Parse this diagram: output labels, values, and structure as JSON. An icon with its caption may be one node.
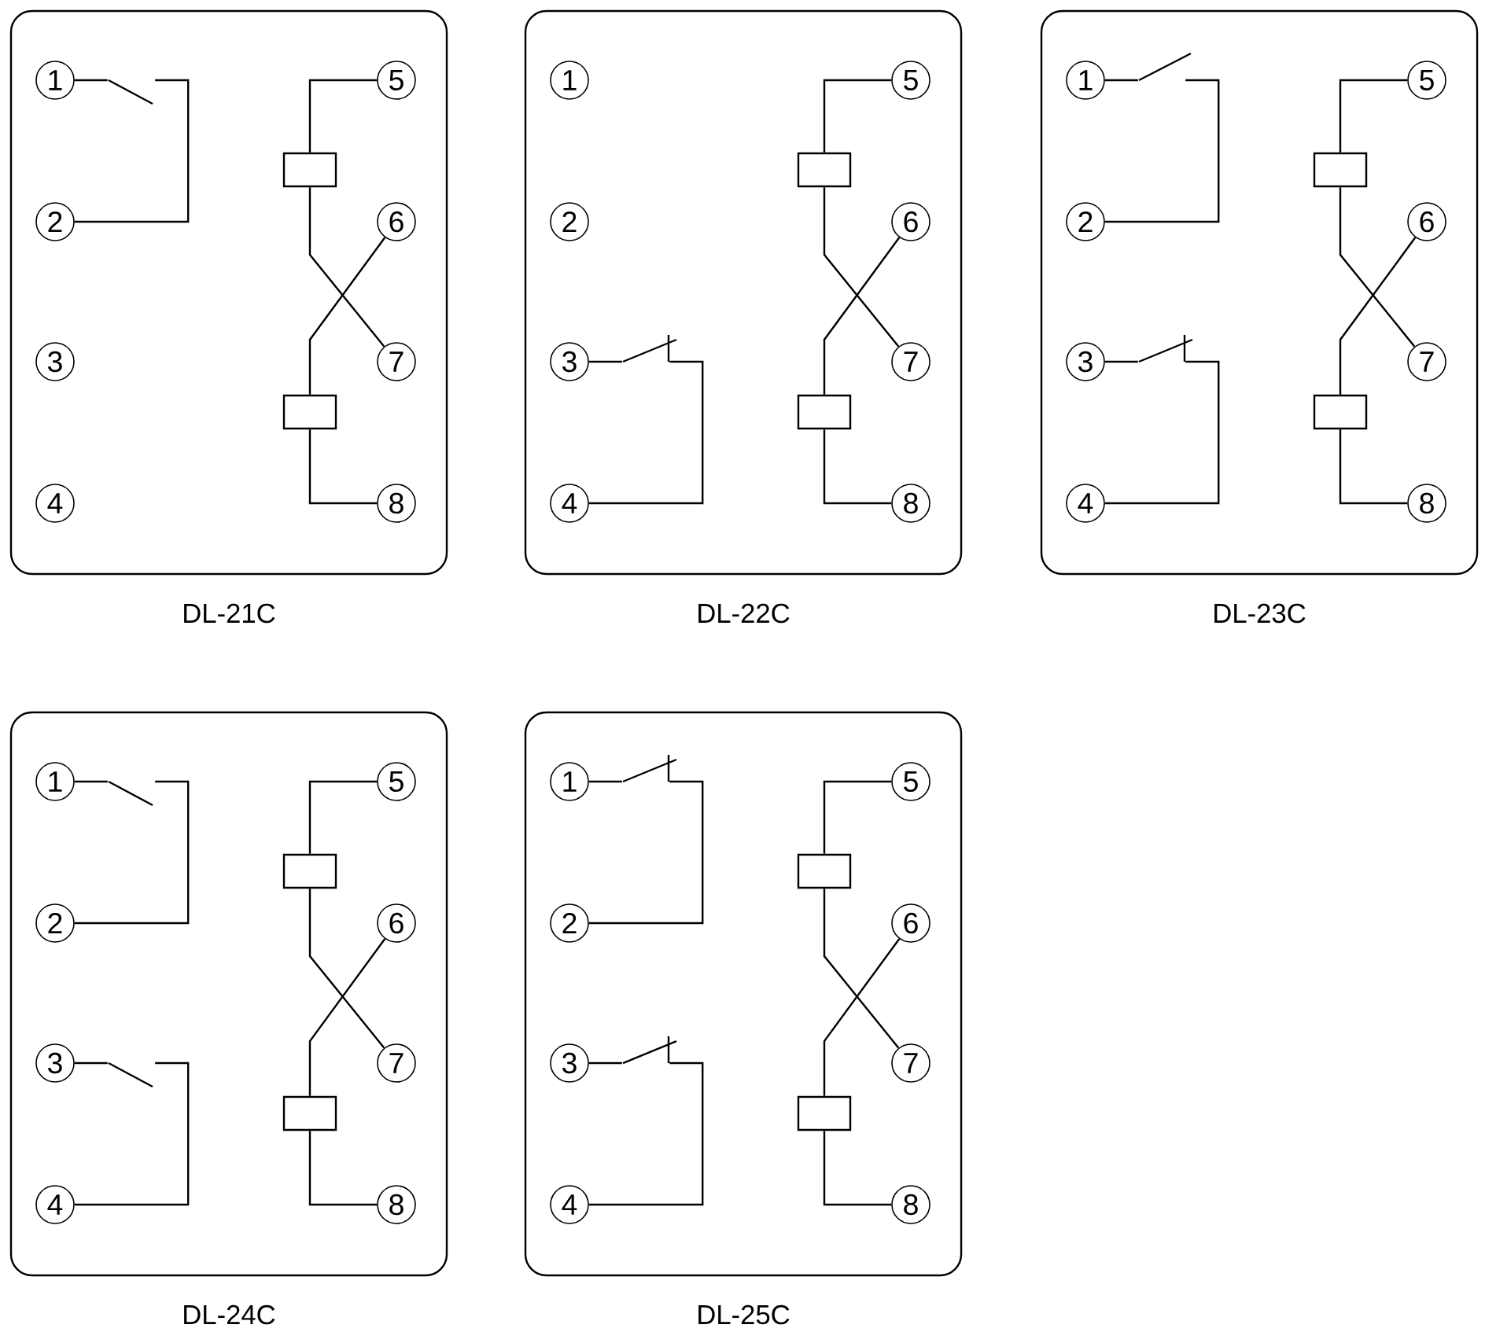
{
  "diagram": {
    "nodes": [
      {
        "text": [
          "DL-21C"
        ]
      },
      {
        "text": [
          "1"
        ],
        "in": 0
      },
      {
        "text": [
          "2"
        ],
        "in": 0
      },
      {
        "text": [
          "3"
        ],
        "in": 0
      },
      {
        "text": [
          "4"
        ],
        "in": 0
      },
      {
        "text": [
          "5"
        ],
        "in": 0
      },
      {
        "text": [
          "6"
        ],
        "in": 0
      },
      {
        "text": [
          "7"
        ],
        "in": 0
      },
      {
        "text": [
          "8"
        ],
        "in": 0
      },
      {
        "text": [],
        "shape": "box",
        "in": 0
      },
      {
        "text": [],
        "shape": "box",
        "in": 0
      },
      {
        "text": [],
        "shape": "switch",
        "in": 0
      },
      {
        "text": [
          "DL-22C"
        ]
      },
      {
        "text": [
          "1"
        ],
        "in": 12
      },
      {
        "text": [
          "2"
        ],
        "in": 12
      },
      {
        "text": [
          "3"
        ],
        "in": 12
      },
      {
        "text": [
          "4"
        ],
        "in": 12
      },
      {
        "text": [
          "5"
        ],
        "in": 12
      },
      {
        "text": [
          "6"
        ],
        "in": 12
      },
      {
        "text": [
          "7"
        ],
        "in": 12
      },
      {
        "text": [
          "8"
        ],
        "in": 12
      },
      {
        "text": [],
        "shape": "box",
        "in": 12
      },
      {
        "text": [],
        "shape": "box",
        "in": 12
      },
      {
        "text": [],
        "shape": "latch",
        "in": 12
      },
      {
        "text": [
          "DL-23C"
        ]
      },
      {
        "text": [
          "1"
        ],
        "in": 24
      },
      {
        "text": [
          "2"
        ],
        "in": 24
      },
      {
        "text": [
          "3"
        ],
        "in": 24
      },
      {
        "text": [
          "4"
        ],
        "in": 24
      },
      {
        "text": [
          "5"
        ],
        "in": 24
      },
      {
        "text": [
          "6"
        ],
        "in": 24
      },
      {
        "text": [
          "7"
        ],
        "in": 24
      },
      {
        "text": [
          "8"
        ],
        "in": 24
      },
      {
        "text": [],
        "shape": "box",
        "in": 24
      },
      {
        "text": [],
        "shape": "box",
        "in": 24
      },
      {
        "text": [],
        "shape": "lever",
        "in": 24
      },
      {
        "text": [],
        "shape": "latch",
        "in": 24
      },
      {
        "text": [
          "DL-24C"
        ]
      },
      {
        "text": [
          "1"
        ],
        "in": 37
      },
      {
        "text": [
          "2"
        ],
        "in": 37
      },
      {
        "text": [
          "3"
        ],
        "in": 37
      },
      {
        "text": [
          "4"
        ],
        "in": 37
      },
      {
        "text": [
          "5"
        ],
        "in": 37
      },
      {
        "text": [
          "6"
        ],
        "in": 37
      },
      {
        "text": [
          "7"
        ],
        "in": 37
      },
      {
        "text": [
          "8"
        ],
        "in": 37
      },
      {
        "text": [],
        "shape": "box",
        "in": 37
      },
      {
        "text": [],
        "shape": "box",
        "in": 37
      },
      {
        "text": [],
        "shape": "switch",
        "in": 37
      },
      {
        "text": [],
        "shape": "switch",
        "in": 37
      },
      {
        "text": [
          "DL-25C"
        ]
      },
      {
        "text": [
          "1"
        ],
        "in": 50
      },
      {
        "text": [
          "2"
        ],
        "in": 50
      },
      {
        "text": [
          "3"
        ],
        "in": 50
      },
      {
        "text": [
          "4"
        ],
        "in": 50
      },
      {
        "text": [
          "5"
        ],
        "in": 50
      },
      {
        "text": [
          "6"
        ],
        "in": 50
      },
      {
        "text": [
          "7"
        ],
        "in": 50
      },
      {
        "text": [
          "8"
        ],
        "in": 50
      },
      {
        "text": [],
        "shape": "box",
        "in": 50
      },
      {
        "text": [],
        "shape": "box",
        "in": 50
      },
      {
        "text": [],
        "shape": "latch",
        "in": 50
      },
      {
        "text": [],
        "shape": "latch",
        "in": 50
      }
    ],
    "edges": [
      {
        "from": 1,
        "to": 11,
        "arrow": "none"
      },
      {
        "from": 11,
        "to": 2,
        "arrow": "none"
      },
      {
        "from": 5,
        "to": 9,
        "arrow": "none"
      },
      {
        "from": 9,
        "to": 7,
        "arrow": "none"
      },
      {
        "from": 6,
        "to": 10,
        "arrow": "none"
      },
      {
        "from": 10,
        "to": 8,
        "arrow": "none"
      },
      {
        "from": 15,
        "to": 23,
        "arrow": "none"
      },
      {
        "from": 23,
        "to": 16,
        "arrow": "none"
      },
      {
        "from": 17,
        "to": 21,
        "arrow": "none"
      },
      {
        "from": 21,
        "to": 19,
        "arrow": "none"
      },
      {
        "from": 18,
        "to": 22,
        "arrow": "none"
      },
      {
        "from": 22,
        "to": 20,
        "arrow": "none"
      },
      {
        "from": 25,
        "to": 35,
        "arrow": "none"
      },
      {
        "from": 35,
        "to": 26,
        "arrow": "none"
      },
      {
        "from": 27,
        "to": 36,
        "arrow": "none"
      },
      {
        "from": 36,
        "to": 28,
        "arrow": "none"
      },
      {
        "from": 29,
        "to": 33,
        "arrow": "none"
      },
      {
        "from": 33,
        "to": 31,
        "arrow": "none"
      },
      {
        "from": 30,
        "to": 34,
        "arrow": "none"
      },
      {
        "from": 34,
        "to": 32,
        "arrow": "none"
      },
      {
        "from": 38,
        "to": 48,
        "arrow": "none"
      },
      {
        "from": 48,
        "to": 39,
        "arrow": "none"
      },
      {
        "from": 40,
        "to": 49,
        "arrow": "none"
      },
      {
        "from": 49,
        "to": 41,
        "arrow": "none"
      },
      {
        "from": 42,
        "to": 46,
        "arrow": "none"
      },
      {
        "from": 46,
        "to": 44,
        "arrow": "none"
      },
      {
        "from": 43,
        "to": 47,
        "arrow": "none"
      },
      {
        "from": 47,
        "to": 45,
        "arrow": "none"
      },
      {
        "from": 51,
        "to": 61,
        "arrow": "none"
      },
      {
        "from": 61,
        "to": 52,
        "arrow": "none"
      },
      {
        "from": 53,
        "to": 62,
        "arrow": "none"
      },
      {
        "from": 62,
        "to": 54,
        "arrow": "none"
      },
      {
        "from": 55,
        "to": 59,
        "arrow": "none"
      },
      {
        "from": 59,
        "to": 57,
        "arrow": "none"
      },
      {
        "from": 56,
        "to": 60,
        "arrow": "none"
      },
      {
        "from": 60,
        "to": 58,
        "arrow": "none"
      }
    ]
  }
}
